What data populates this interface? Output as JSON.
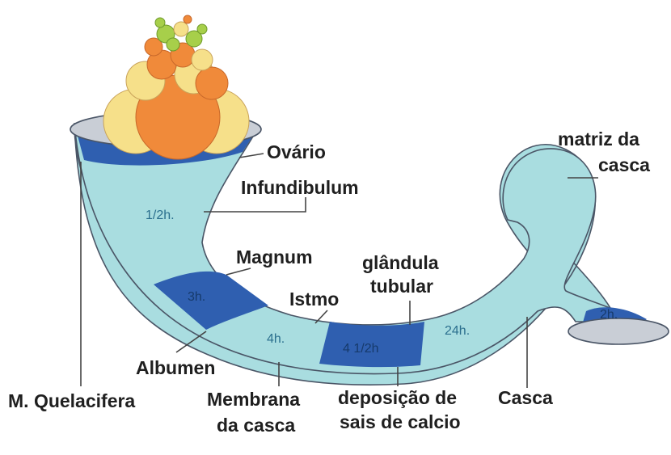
{
  "labels": {
    "ovario": "Ovário",
    "infundibulum": "Infundibulum",
    "magnum": "Magnum",
    "istmo": "Istmo",
    "glandula_line1": "glândula",
    "glandula_line2": "tubular",
    "matriz_line1": "matriz da",
    "matriz_line2": "casca",
    "albumen": "Albumen",
    "quelacifera": "M. Quelacifera",
    "membrana_line1": "Membrana",
    "membrana_line2": "da casca",
    "deposicao_line1": "deposição de",
    "deposicao_line2": "sais de calcio",
    "casca": "Casca"
  },
  "times": {
    "infundibulum": "1/2h.",
    "magnum": "3h.",
    "istmo": "4h.",
    "glandula": "4 1/2h",
    "casca": "24h.",
    "end": "2h."
  },
  "colors": {
    "tube_light": "#a9dde0",
    "tube_dark": "#2f5fb0",
    "outline": "#4a5566",
    "yolk_orange": "#f08a3a",
    "yolk_yellow": "#f6e08a",
    "yolk_green": "#a7cf4a",
    "opening": "#c9ced6"
  }
}
